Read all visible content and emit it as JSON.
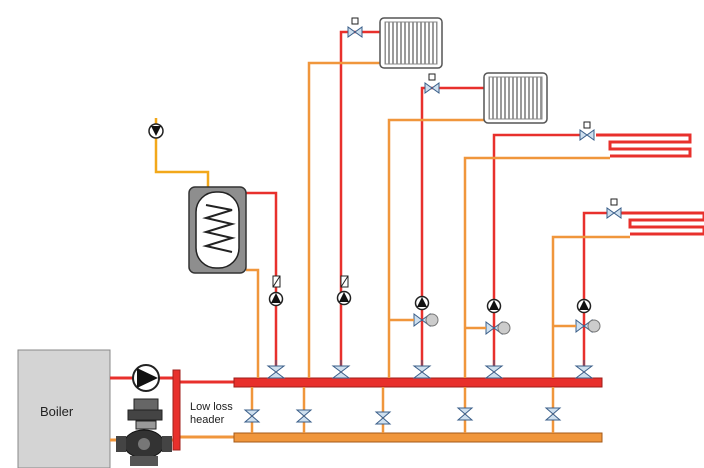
{
  "labels": {
    "boiler": "Boiler",
    "header_line1": "Low loss",
    "header_line2": "header"
  },
  "colors": {
    "flow": "#e8302c",
    "return": "#f0963c",
    "cylinder_feed": "#f2a81a",
    "valve_body": "#3b5f8a",
    "boiler_fill": "#d4d4d4"
  },
  "components": {
    "circuits": [
      "hot-water-cylinder",
      "radiator-1",
      "radiator-2",
      "underfloor-1",
      "underfloor-2"
    ]
  }
}
